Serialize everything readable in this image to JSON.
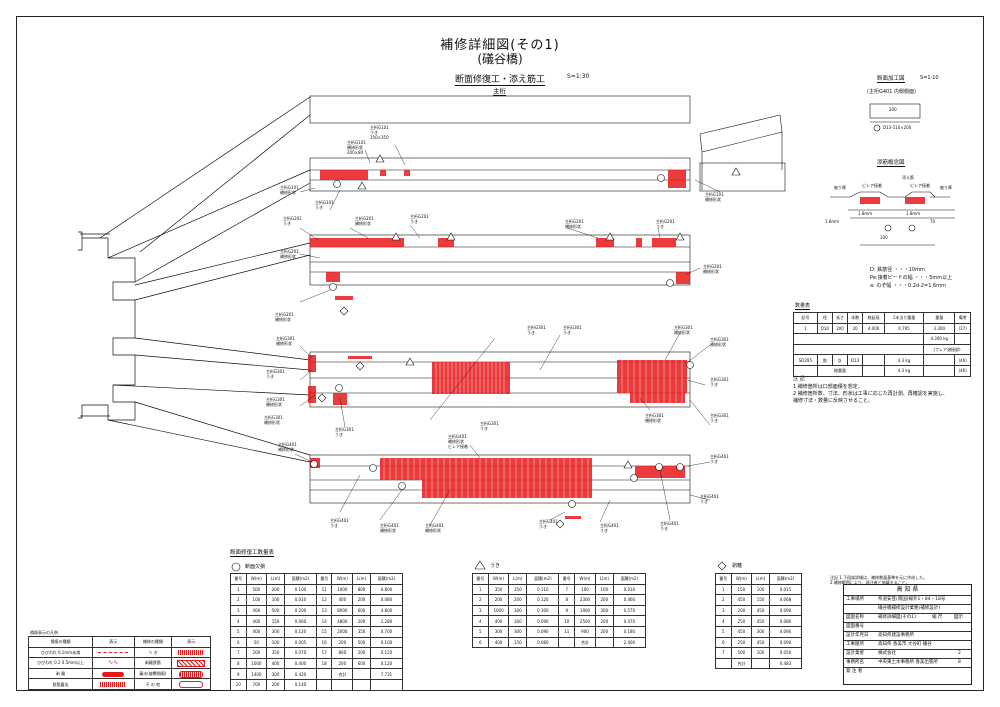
{
  "title": "補修詳細図(その1)",
  "subtitle": "(礒谷橋)",
  "section_title": "断面修復工・添え筋工",
  "section_scale": "S=1:30",
  "label_top_girder": "主桁",
  "detail_title": "断面加工図",
  "detail_scale": "S=1:10",
  "detail_sub": "(主桁G401 内側側面)",
  "detail_dim": "200",
  "detail_bar": "D13-510×200",
  "concept_title": "添筋概念図",
  "concept_labels": [
    "被り厚",
    "ビレア接着",
    "添え筋",
    "ビレア接着",
    "被り厚"
  ],
  "concept_dims": [
    "1.8mm",
    "1.8mm",
    "1.8mm",
    "100",
    "70"
  ],
  "concept_notes": [
    "D: 鉄筋径 ・・・10mm",
    "Pe:接着ビードの幅 ・・・5mm以上",
    "a: のぞ幅 ・・・0.2d-2=1.6mm"
  ],
  "quantity_table": {
    "title": "数量表",
    "header": [
      "記号",
      "径",
      "長さ",
      "本数",
      "総延長",
      "1本当り重量",
      "重量",
      "備考"
    ],
    "rows": [
      [
        "1",
        "D10",
        "200",
        "20",
        "4.000",
        "0.795",
        "3.300",
        "(27)"
      ],
      [
        "",
        "",
        "",
        "",
        "",
        "",
        "4.300 kg",
        ""
      ],
      [
        "",
        "",
        "",
        "",
        "",
        "",
        "(フレア溶接部)",
        ""
      ],
      [
        "SD295",
        "鉄",
        "計",
        "D13",
        "",
        "4.3 kg",
        "",
        "(46)"
      ],
      [
        "",
        "総重量",
        "",
        "",
        "",
        "4.3 kg",
        "",
        "(46)"
      ]
    ]
  },
  "notes_head": "注 記",
  "notes": [
    "1  補修箇所は口部面積を想定。",
    "2  補修箇所数、寸法、形状は工事に応じた再計測、再確認を実施し、",
    "   補修寸法・数量に反映させること。"
  ],
  "girder_labels": {
    "g101": [
      "主桁G101",
      "補修形状",
      "200×80",
      "主桁G101",
      "うき",
      "350×350",
      "主桁G101",
      "補修形状",
      "主桁G101",
      "うき"
    ],
    "g201": [
      "主桁G201",
      "うき",
      "主桁G201",
      "補修形状",
      "主桁G201",
      "うき",
      "主桁G201",
      "補修形状"
    ],
    "g301": [
      "主桁G301",
      "補修形状",
      "主桁G301",
      "うき",
      "主桁G301",
      "補修形状",
      "主桁G301",
      "うき"
    ],
    "g401": [
      "主桁G401",
      "補修形状",
      "主桁G401",
      "うき",
      "主桁G401",
      "補修形状",
      "ビレア接着",
      "主桁G401",
      "うき"
    ]
  },
  "summary_title": "断面修復工数量表",
  "table_circle": {
    "label": "断面欠損",
    "header": [
      "番号",
      "W(m)",
      "L(m)",
      "面積(m2)",
      "番号",
      "W(m)",
      "L(m)",
      "面積(m2)"
    ],
    "rows": [
      [
        "1",
        "500",
        "200",
        "0.100",
        "11",
        "1000",
        "800",
        "0.800"
      ],
      [
        "2",
        "100",
        "100",
        "0.010",
        "12",
        "400",
        "200",
        "0.080"
      ],
      [
        "3",
        "400",
        "500",
        "0.200",
        "13",
        "8000",
        "600",
        "4.800"
      ],
      [
        "4",
        "400",
        "150",
        "0.060",
        "14",
        "4800",
        "200",
        "1.280"
      ],
      [
        "5",
        "400",
        "300",
        "0.120",
        "15",
        "2000",
        "350",
        "0.700"
      ],
      [
        "6",
        "50",
        "100",
        "0.005",
        "16",
        "200",
        "500",
        "0.100"
      ],
      [
        "7",
        "200",
        "350",
        "0.070",
        "17",
        "800",
        "200",
        "0.120"
      ],
      [
        "8",
        "1000",
        "400",
        "0.400",
        "18",
        "200",
        "600",
        "0.120"
      ],
      [
        "9",
        "1400",
        "300",
        "0.420",
        "",
        "合計",
        "",
        "7.731"
      ],
      [
        "10",
        "700",
        "200",
        "0.140",
        "",
        "",
        "",
        ""
      ]
    ]
  },
  "table_triangle": {
    "label": "うき",
    "header": [
      "番号",
      "W(m)",
      "L(m)",
      "面積(m2)",
      "番号",
      "W(m)",
      "L(m)",
      "面積(m2)"
    ],
    "rows": [
      [
        "1",
        "350",
        "350",
        "0.110",
        "7",
        "100",
        "100",
        "0.010"
      ],
      [
        "2",
        "200",
        "200",
        "0.120",
        "8",
        "2300",
        "200",
        "0.460"
      ],
      [
        "3",
        "1000",
        "300",
        "0.300",
        "9",
        "1900",
        "300",
        "0.570"
      ],
      [
        "4",
        "400",
        "300",
        "0.090",
        "10",
        "2500",
        "200",
        "0.470"
      ],
      [
        "5",
        "300",
        "300",
        "0.090",
        "11",
        "900",
        "200",
        "0.180"
      ],
      [
        "6",
        "400",
        "150",
        "0.060",
        "",
        "合計",
        "",
        "2.400"
      ]
    ]
  },
  "table_diamond": {
    "label": "剥離",
    "header": [
      "番号",
      "W(m)",
      "L(m)",
      "面積(m2)"
    ],
    "rows": [
      [
        "1",
        "150",
        "100",
        "0.015"
      ],
      [
        "2",
        "450",
        "150",
        "0.068"
      ],
      [
        "3",
        "200",
        "450",
        "0.090"
      ],
      [
        "4",
        "250",
        "450",
        "0.080"
      ],
      [
        "5",
        "450",
        "300",
        "0.090"
      ],
      [
        "6",
        "250",
        "450",
        "0.090"
      ],
      [
        "7",
        "500",
        "100",
        "0.050"
      ],
      [
        "",
        "合計",
        "",
        "0.483"
      ]
    ]
  },
  "legend": {
    "header": [
      "損傷の種類",
      "表示",
      "補修の種類",
      "表示"
    ],
    "rows": [
      [
        "ひびわれ 0.1mm未満",
        "",
        "う き",
        ""
      ],
      [
        "ひびわれ 0.2 0.5mm以上",
        "",
        "剥離鉄筋",
        ""
      ],
      [
        "剥 離",
        "",
        "漏水(被覆損傷)",
        ""
      ],
      [
        "鉄筋露出",
        "",
        "そ の 他",
        ""
      ]
    ],
    "title": "損傷表示の凡例"
  },
  "footnote": [
    "注記  1.下段部詳細は、補修数量基準を元に作成した。",
    "      2.補修範囲により、発注者と協議すること。"
  ],
  "title_block": {
    "org": "高 知 県",
    "rows": [
      [
        "工事場所",
        "県道安芸(南国)線外1・84・18号"
      ],
      [
        "",
        "礒谷橋補修設計業務(補修設計)"
      ],
      [
        "図面名称",
        "補修詳細図(その1)"
      ],
      [
        "縮 尺",
        "図示"
      ],
      [
        "図面番号",
        ""
      ],
      [
        "設計年月日",
        "高知県建設事務所"
      ],
      [
        "工事箇所",
        "高知県 香美市 大谷町 礒谷"
      ],
      [
        "設計業者",
        "株式会社"
      ],
      [
        "事務所名",
        "中央東土木事務所 香美出張所"
      ],
      [
        "発 注 者",
        ""
      ]
    ],
    "sheet": "2",
    "sheets": "8"
  },
  "colors": {
    "repair": "#e8191a",
    "line": "#111111"
  }
}
